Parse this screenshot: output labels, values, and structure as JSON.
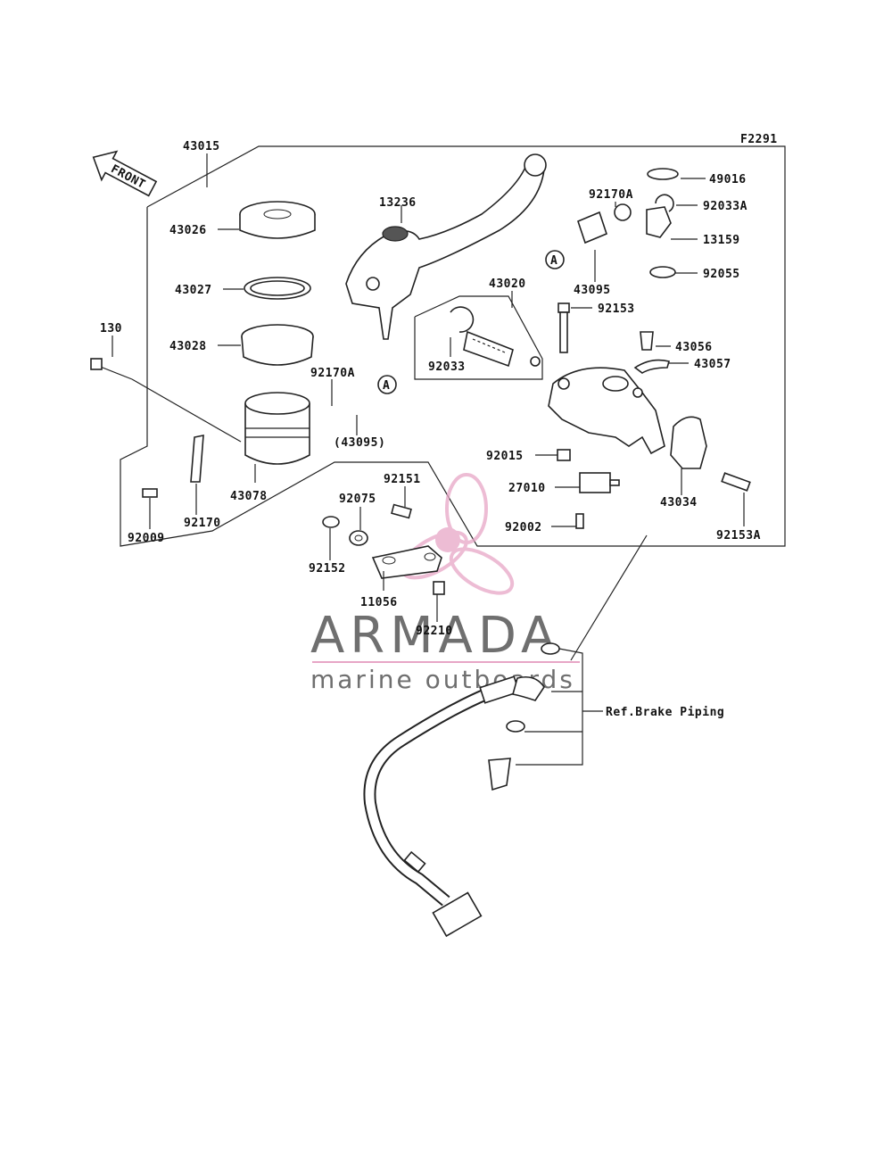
{
  "figure_code": "F2291",
  "front_label": "FRONT",
  "ref_label": "Ref.Brake Piping",
  "callout_a": "A",
  "labels": {
    "p43015": "43015",
    "p43026": "43026",
    "p43027": "43027",
    "p43028": "43028",
    "p130": "130",
    "p13236": "13236",
    "p92170A_left": "92170A",
    "p43095_paren": "(43095)",
    "p43078": "43078",
    "p92170": "92170",
    "p92009": "92009",
    "p43020": "43020",
    "p92033": "92033",
    "p92153": "92153",
    "p92170A_right": "92170A",
    "p43095": "43095",
    "p49016": "49016",
    "p92033A": "92033A",
    "p13159": "13159",
    "p92055": "92055",
    "p43056": "43056",
    "p43057": "43057",
    "p92015": "92015",
    "p27010": "27010",
    "p92002": "92002",
    "p43034": "43034",
    "p92153A": "92153A",
    "p92151": "92151",
    "p92075": "92075",
    "p92152": "92152",
    "p11056": "11056",
    "p92210": "92210"
  },
  "watermark": {
    "brand": "ARMADA",
    "tagline": "marine outboards",
    "logo_color": "#e7a6c6",
    "text_color": "#6f6f6f"
  }
}
